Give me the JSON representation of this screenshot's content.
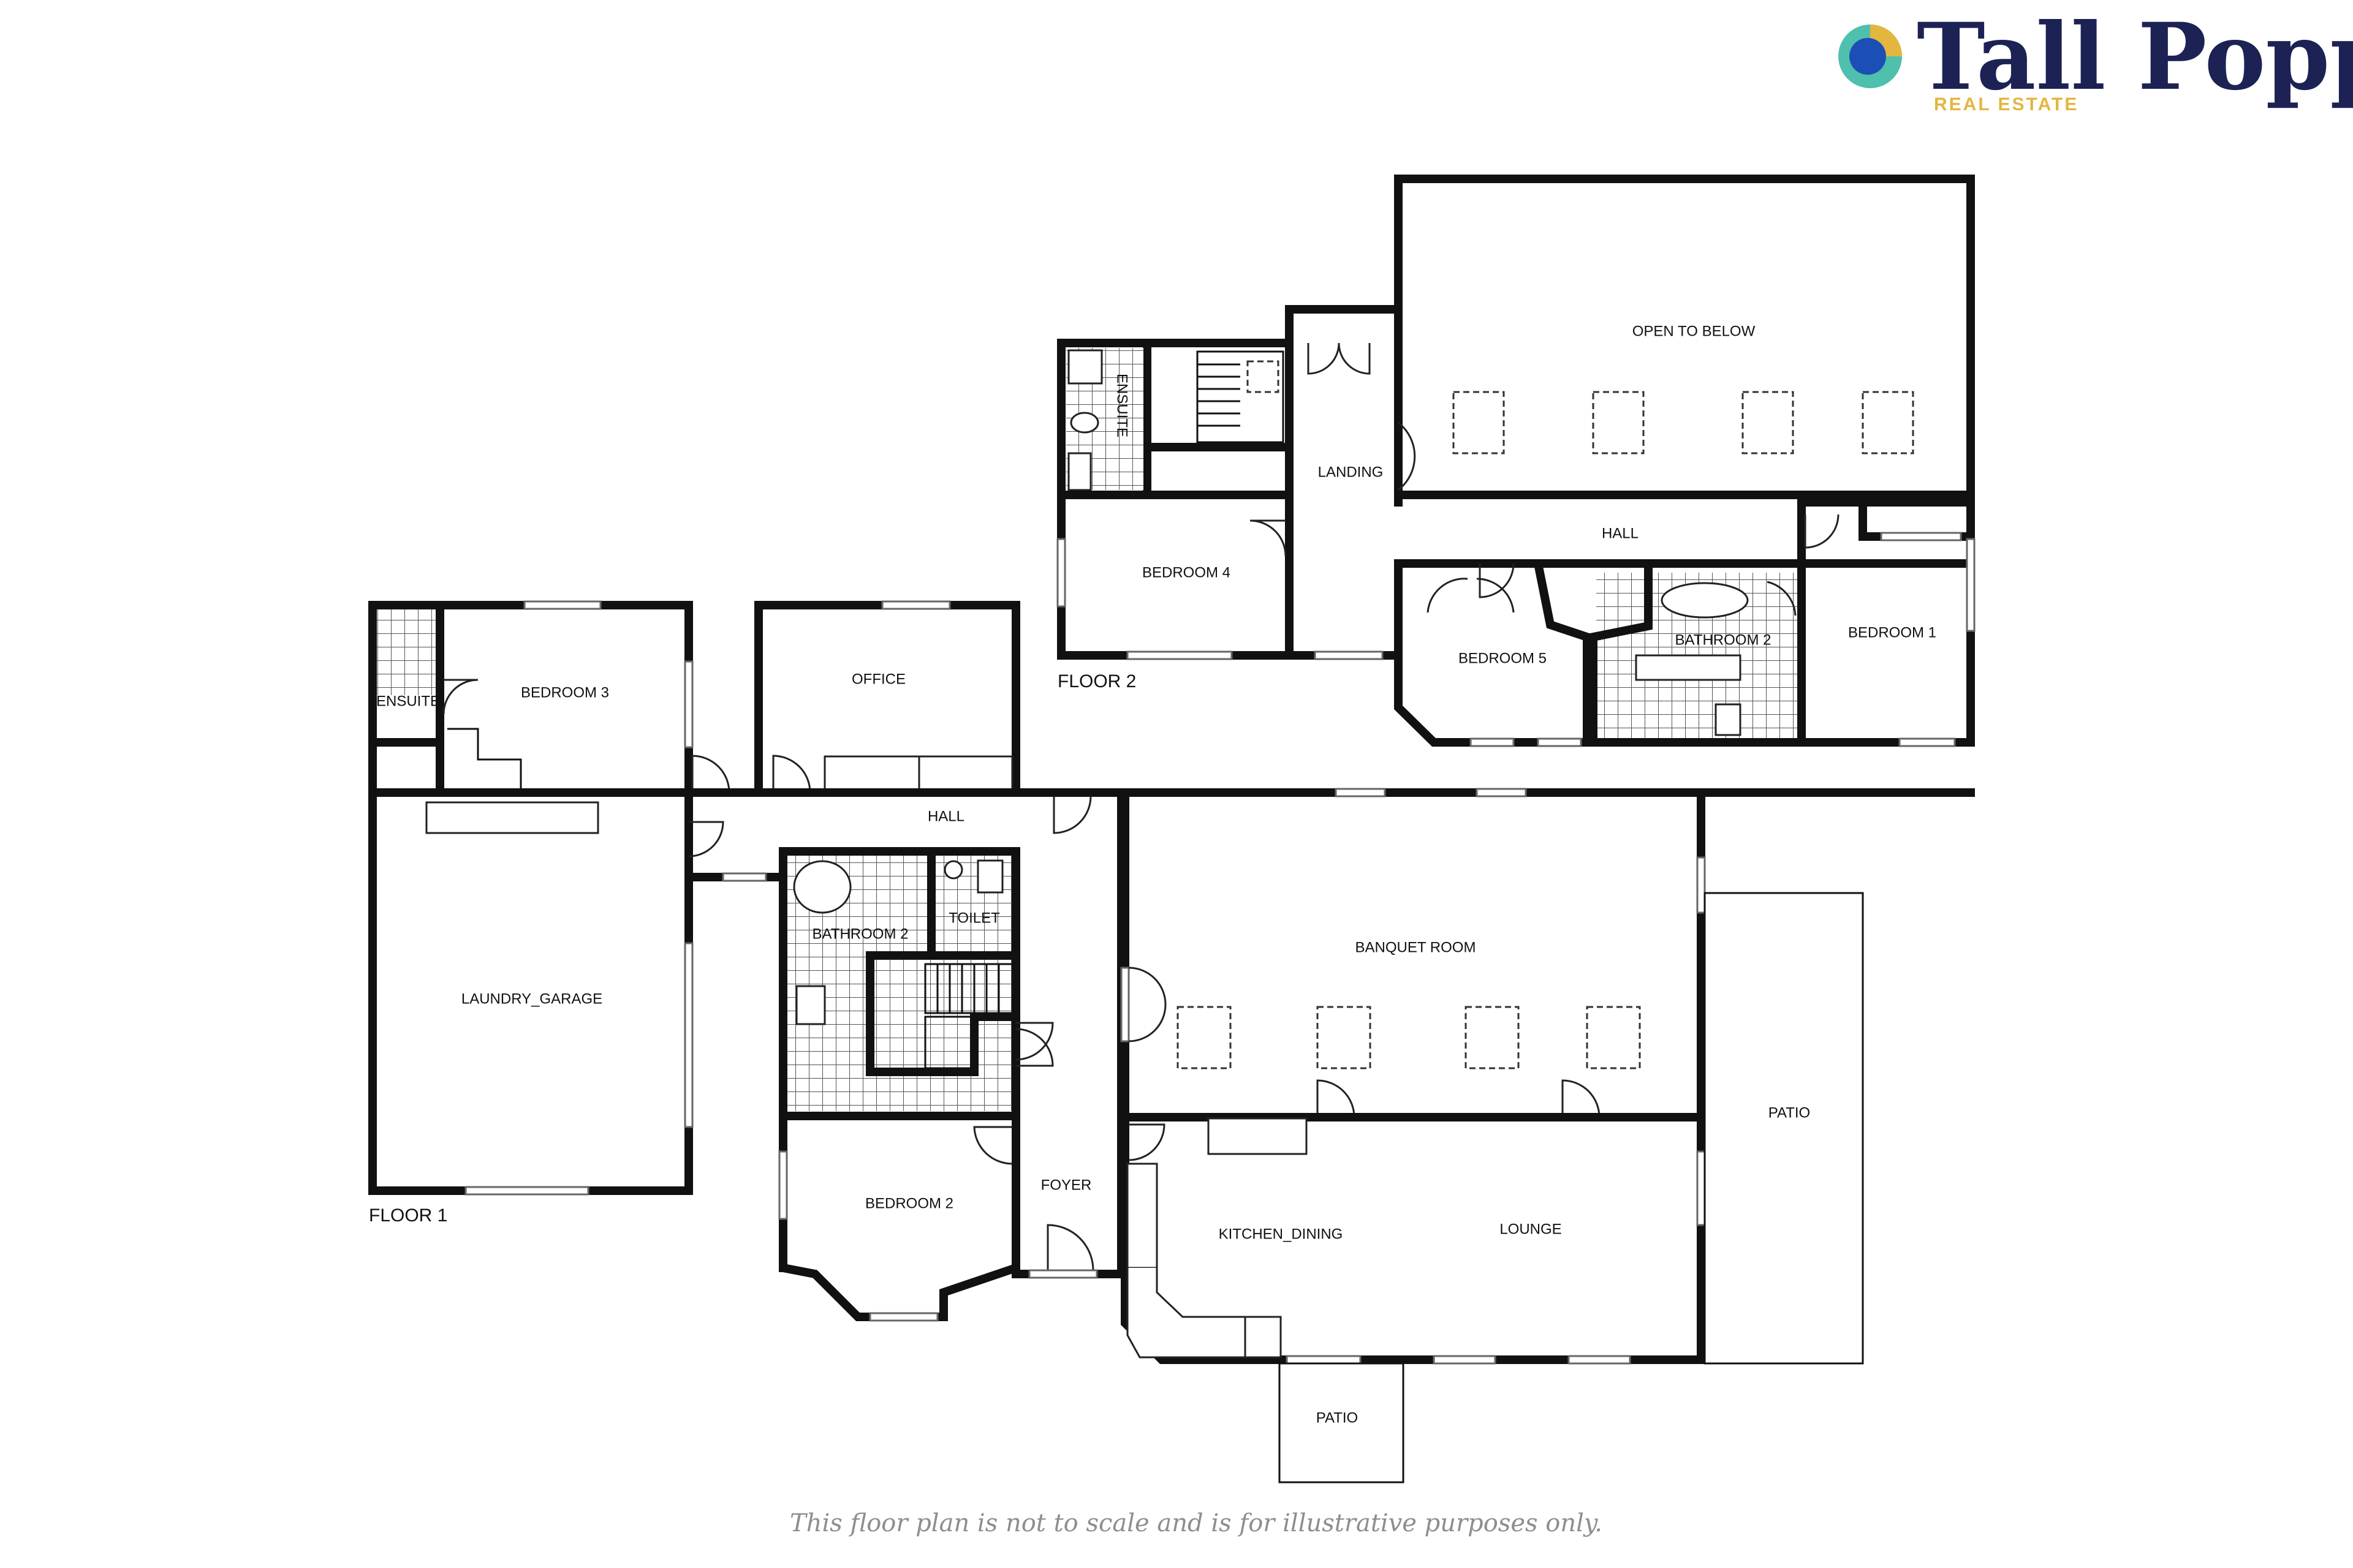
{
  "brand": {
    "name": "Tall Poppy",
    "tagline": "REAL ESTATE",
    "colors": {
      "navy": "#1c2253",
      "gold": "#e3b63f",
      "teal": "#4fbfae",
      "blue": "#1b4fb6"
    }
  },
  "floors": {
    "floor1": {
      "label": "FLOOR 1",
      "rooms": {
        "ensuite": "ENSUITE",
        "bedroom3": "BEDROOM 3",
        "office": "OFFICE",
        "hall": "HALL",
        "laundry_garage": "LAUNDRY_GARAGE",
        "bathroom2": "BATHROOM 2",
        "toilet": "TOILET",
        "bedroom2": "BEDROOM 2",
        "foyer": "FOYER",
        "banquet_room": "BANQUET ROOM",
        "patio_side": "PATIO",
        "kitchen_dining": "KITCHEN_DINING",
        "lounge": "LOUNGE",
        "patio_front": "PATIO"
      }
    },
    "floor2": {
      "label": "FLOOR 2",
      "rooms": {
        "ensuite": "ENSUITE",
        "landing": "LANDING",
        "open_to_below": "OPEN TO BELOW",
        "hall": "HALL",
        "bedroom4": "BEDROOM 4",
        "bedroom5": "BEDROOM 5",
        "bathroom2": "BATHROOM 2",
        "bedroom1": "BEDROOM 1"
      }
    }
  },
  "disclaimer": "This floor plan is not to scale and is for illustrative purposes only."
}
